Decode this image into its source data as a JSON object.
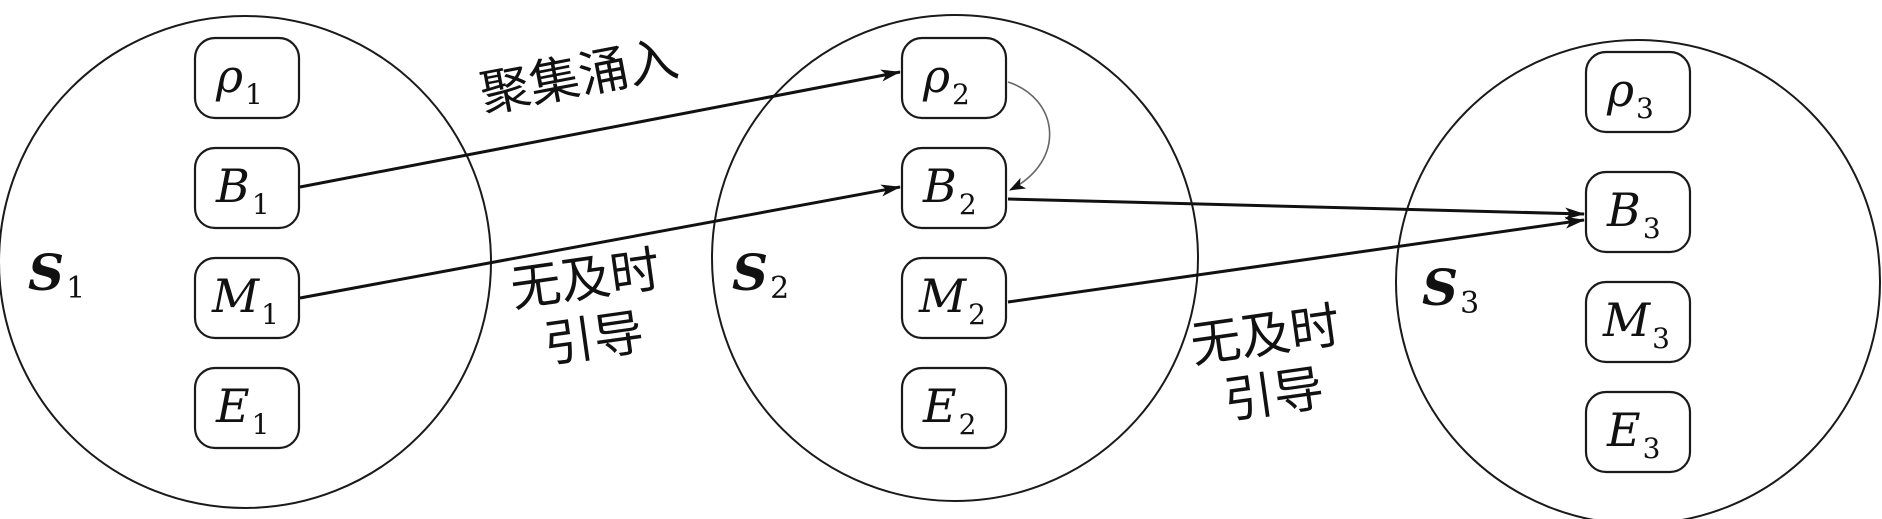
{
  "zones": [
    {
      "symbol": "S",
      "index": "1",
      "nodes": [
        {
          "symbol": "ρ",
          "index": "1"
        },
        {
          "symbol": "B",
          "index": "1"
        },
        {
          "symbol": "M",
          "index": "1"
        },
        {
          "symbol": "E",
          "index": "1"
        }
      ]
    },
    {
      "symbol": "S",
      "index": "2",
      "nodes": [
        {
          "symbol": "ρ",
          "index": "2"
        },
        {
          "symbol": "B",
          "index": "2"
        },
        {
          "symbol": "M",
          "index": "2"
        },
        {
          "symbol": "E",
          "index": "2"
        }
      ]
    },
    {
      "symbol": "S",
      "index": "3",
      "nodes": [
        {
          "symbol": "ρ",
          "index": "3"
        },
        {
          "symbol": "B",
          "index": "3"
        },
        {
          "symbol": "M",
          "index": "3"
        },
        {
          "symbol": "E",
          "index": "3"
        }
      ]
    }
  ],
  "edges": [
    {
      "from": "B1",
      "to": "ρ2",
      "label": "聚集涌入"
    },
    {
      "from": "M1",
      "to": "B2",
      "label": "无及时引导",
      "label_lines": [
        "无及时",
        "引导"
      ]
    },
    {
      "from": "ρ2",
      "to": "B2",
      "label": ""
    },
    {
      "from": "B2",
      "to": "B3",
      "label": ""
    },
    {
      "from": "M2",
      "to": "B3",
      "label": "无及时引导",
      "label_lines": [
        "无及时",
        "引导"
      ]
    }
  ]
}
